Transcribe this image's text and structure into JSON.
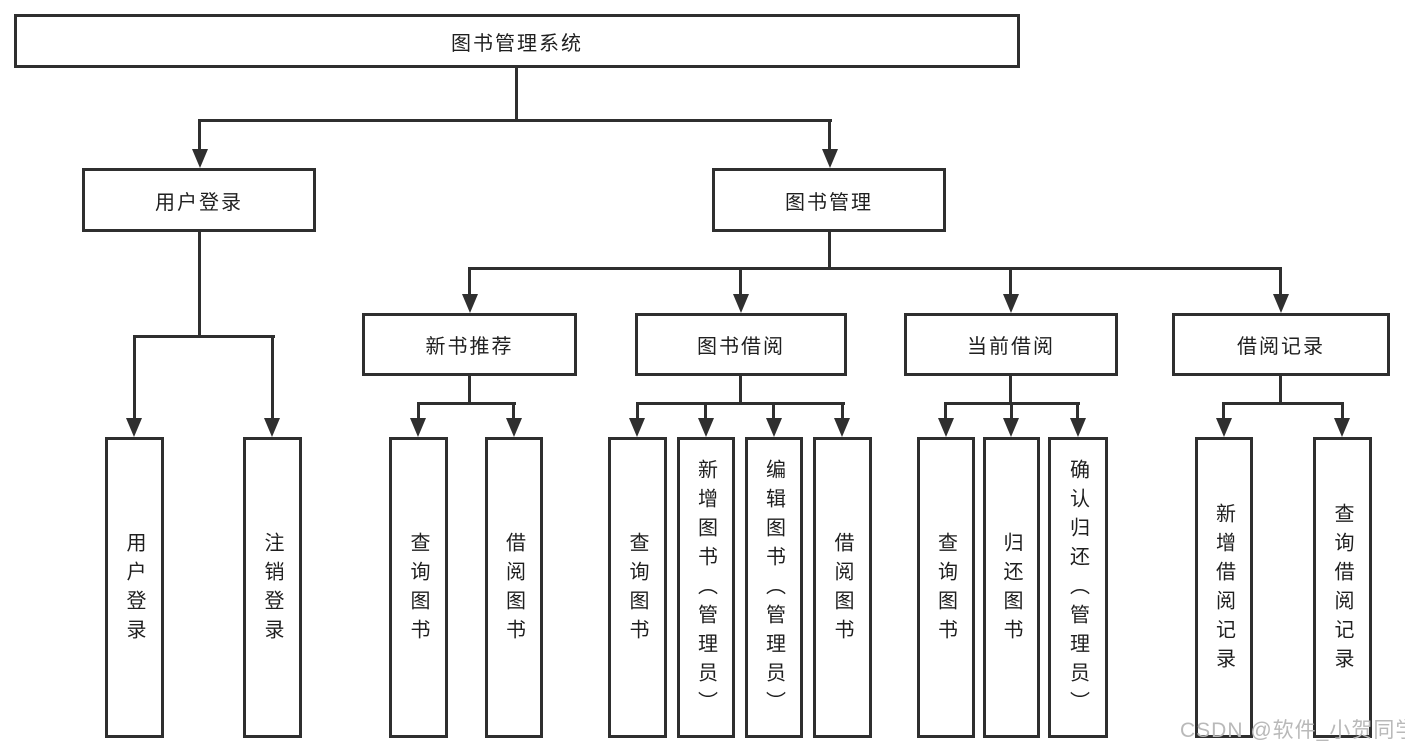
{
  "diagram_type": "hierarchy-chart",
  "colors": {
    "line": "#2f2f2f",
    "box_border": "#2f2f2f",
    "text": "#1f1f1f",
    "background": "#ffffff",
    "watermark": "#b9b9b9"
  },
  "tree": {
    "label": "图书管理系统",
    "children": [
      {
        "label": "用户登录",
        "children": [
          {
            "label": "用户登录"
          },
          {
            "label": "注销登录"
          }
        ]
      },
      {
        "label": "图书管理",
        "children": [
          {
            "label": "新书推荐",
            "children": [
              {
                "label": "查询图书"
              },
              {
                "label": "借阅图书"
              }
            ]
          },
          {
            "label": "图书借阅",
            "children": [
              {
                "label": "查询图书"
              },
              {
                "label": "新增图书（管理员）"
              },
              {
                "label": "编辑图书（管理员）"
              },
              {
                "label": "借阅图书"
              }
            ]
          },
          {
            "label": "当前借阅",
            "children": [
              {
                "label": "查询图书"
              },
              {
                "label": "归还图书"
              },
              {
                "label": "确认归还（管理员）"
              }
            ]
          },
          {
            "label": "借阅记录",
            "children": [
              {
                "label": "新增借阅记录"
              },
              {
                "label": "查询借阅记录"
              }
            ]
          }
        ]
      }
    ]
  },
  "watermark": {
    "text": "CSDN @软件_小贺同学"
  }
}
